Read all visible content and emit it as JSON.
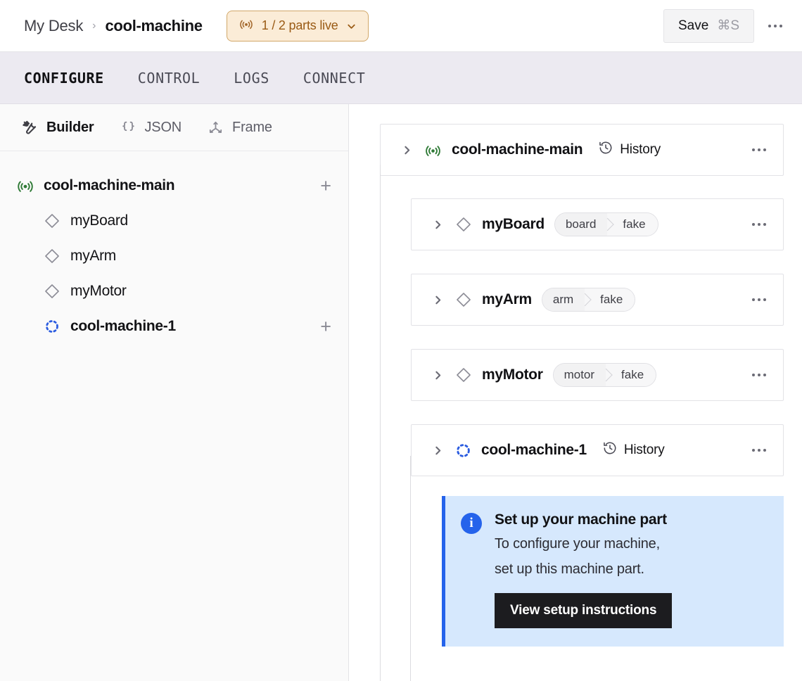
{
  "header": {
    "breadcrumb": {
      "root": "My Desk",
      "separator": "›",
      "current": "cool-machine"
    },
    "status_chip": {
      "text": "1 / 2 parts live",
      "icon": "radar-icon",
      "caret": "chevron-down-icon",
      "bg": "#fbecd7",
      "border": "#d2a86a",
      "fg": "#9a5b15"
    },
    "save": {
      "label": "Save",
      "shortcut": "⌘S"
    },
    "overflow": "more-options"
  },
  "tabs": [
    {
      "label": "CONFIGURE",
      "active": true
    },
    {
      "label": "CONTROL",
      "active": false
    },
    {
      "label": "LOGS",
      "active": false
    },
    {
      "label": "CONNECT",
      "active": false
    }
  ],
  "sidebar": {
    "modes": [
      {
        "label": "Builder",
        "icon": "tools-icon",
        "active": true
      },
      {
        "label": "JSON",
        "icon": "braces-icon",
        "active": false
      },
      {
        "label": "Frame",
        "icon": "axes-icon",
        "active": false
      }
    ],
    "tree": [
      {
        "label": "cool-machine-main",
        "icon": "radar-icon-green",
        "level": 0,
        "bold": true,
        "add": "+"
      },
      {
        "label": "myBoard",
        "icon": "diamond-icon",
        "level": 1,
        "bold": false,
        "add": ""
      },
      {
        "label": "myArm",
        "icon": "diamond-icon",
        "level": 1,
        "bold": false,
        "add": ""
      },
      {
        "label": "myMotor",
        "icon": "diamond-icon",
        "level": 1,
        "bold": false,
        "add": ""
      },
      {
        "label": "cool-machine-1",
        "icon": "dashed-circle-icon",
        "level": 1,
        "bold": true,
        "add": "+"
      }
    ]
  },
  "main": {
    "root_card": {
      "title": "cool-machine-main",
      "icon": "radar-icon-green",
      "history_label": "History",
      "expand": "chevron-right-icon",
      "overflow": "more-options"
    },
    "part_cards": [
      {
        "title": "myBoard",
        "icon": "diamond-icon",
        "badge": {
          "type": "board",
          "model": "fake"
        }
      },
      {
        "title": "myArm",
        "icon": "diamond-icon",
        "badge": {
          "type": "arm",
          "model": "fake"
        }
      },
      {
        "title": "myMotor",
        "icon": "diamond-icon",
        "badge": {
          "type": "motor",
          "model": "fake"
        }
      }
    ],
    "sub_machine_card": {
      "title": "cool-machine-1",
      "icon": "dashed-circle-icon",
      "history_label": "History",
      "overflow": "more-options"
    },
    "callout": {
      "icon": "info-icon",
      "title": "Set up your machine part",
      "line1": "To configure your machine,",
      "line2": "set up this machine part.",
      "button": "View setup instructions",
      "bg": "#d6e8fd",
      "accent": "#2563eb"
    }
  }
}
